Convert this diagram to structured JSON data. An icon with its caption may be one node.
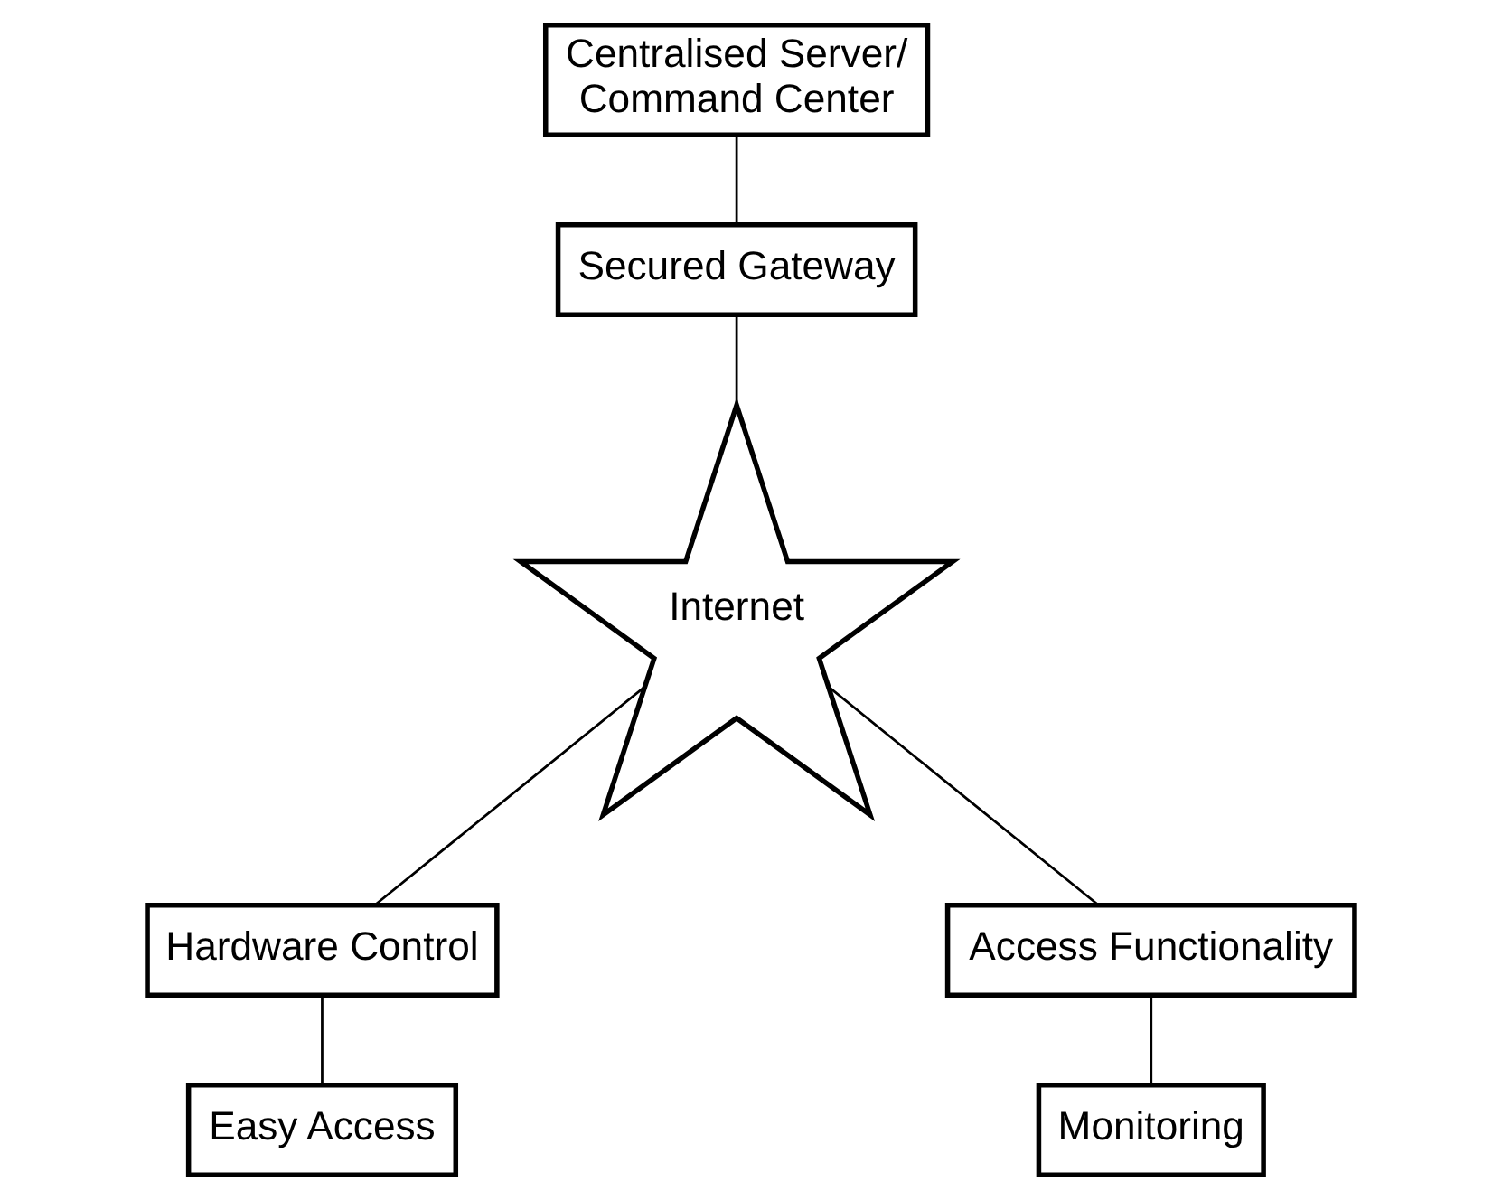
{
  "diagram": {
    "nodes": [
      {
        "text": [
          "Centralised Server/ Command Center"
        ]
      },
      {
        "text": [
          "Secured Gateway"
        ]
      },
      {
        "text": [
          "Internet"
        ]
      },
      {
        "text": [
          "Hardware Control"
        ]
      },
      {
        "text": [
          "Access Functionality"
        ]
      },
      {
        "text": [
          "Easy Access"
        ]
      },
      {
        "text": [
          "Monitoring"
        ]
      }
    ],
    "edges": [
      {
        "from": 0,
        "to": 1,
        "arrow": "none"
      },
      {
        "from": 1,
        "to": 2,
        "arrow": "none"
      },
      {
        "from": 2,
        "to": 3,
        "arrow": "none"
      },
      {
        "from": 2,
        "to": 4,
        "arrow": "none"
      },
      {
        "from": 3,
        "to": 5,
        "arrow": "none"
      },
      {
        "from": 4,
        "to": 6,
        "arrow": "none"
      }
    ]
  }
}
